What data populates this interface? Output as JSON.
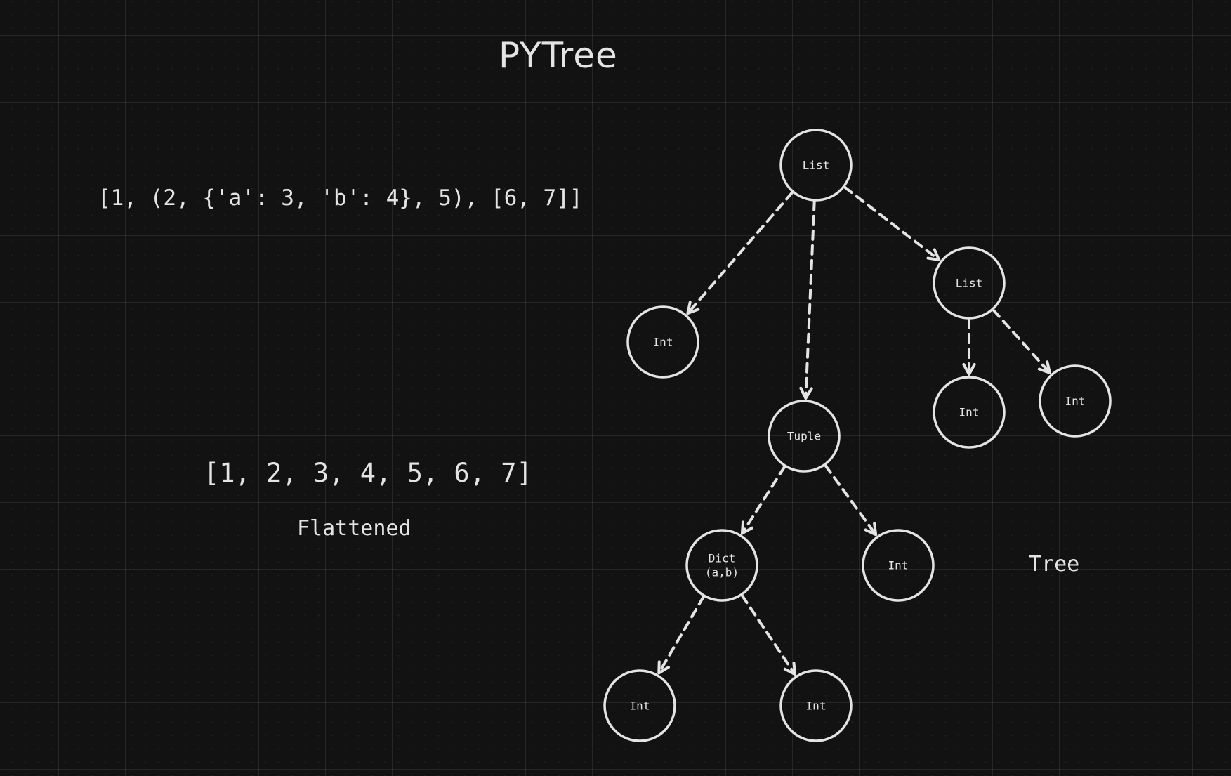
{
  "title": "PYTree",
  "nested_expression": "[1, (2, {'a': 3, 'b': 4}, 5), [6, 7]]",
  "flattened_values": "[1, 2, 3, 4, 5, 6, 7]",
  "flattened_label": "Flattened",
  "tree_label": "Tree",
  "colors": {
    "background": "#121212",
    "stroke": "#e4e4e4",
    "text": "#e4e4e4"
  },
  "nodes": [
    {
      "id": "root",
      "lines": [
        "List"
      ]
    },
    {
      "id": "int-1",
      "lines": [
        "Int"
      ]
    },
    {
      "id": "tuple",
      "lines": [
        "Tuple"
      ]
    },
    {
      "id": "list-2",
      "lines": [
        "List"
      ]
    },
    {
      "id": "int-6",
      "lines": [
        "Int"
      ]
    },
    {
      "id": "int-7",
      "lines": [
        "Int"
      ]
    },
    {
      "id": "dict",
      "lines": [
        "Dict",
        "(a,b)"
      ]
    },
    {
      "id": "int-5",
      "lines": [
        "Int"
      ]
    },
    {
      "id": "int-3",
      "lines": [
        "Int"
      ]
    },
    {
      "id": "int-4",
      "lines": [
        "Int"
      ]
    }
  ],
  "edges": [
    {
      "from": "root",
      "to": "int-1"
    },
    {
      "from": "root",
      "to": "tuple"
    },
    {
      "from": "root",
      "to": "list-2"
    },
    {
      "from": "list-2",
      "to": "int-6"
    },
    {
      "from": "list-2",
      "to": "int-7"
    },
    {
      "from": "tuple",
      "to": "dict"
    },
    {
      "from": "tuple",
      "to": "int-5"
    },
    {
      "from": "dict",
      "to": "int-3"
    },
    {
      "from": "dict",
      "to": "int-4"
    }
  ]
}
